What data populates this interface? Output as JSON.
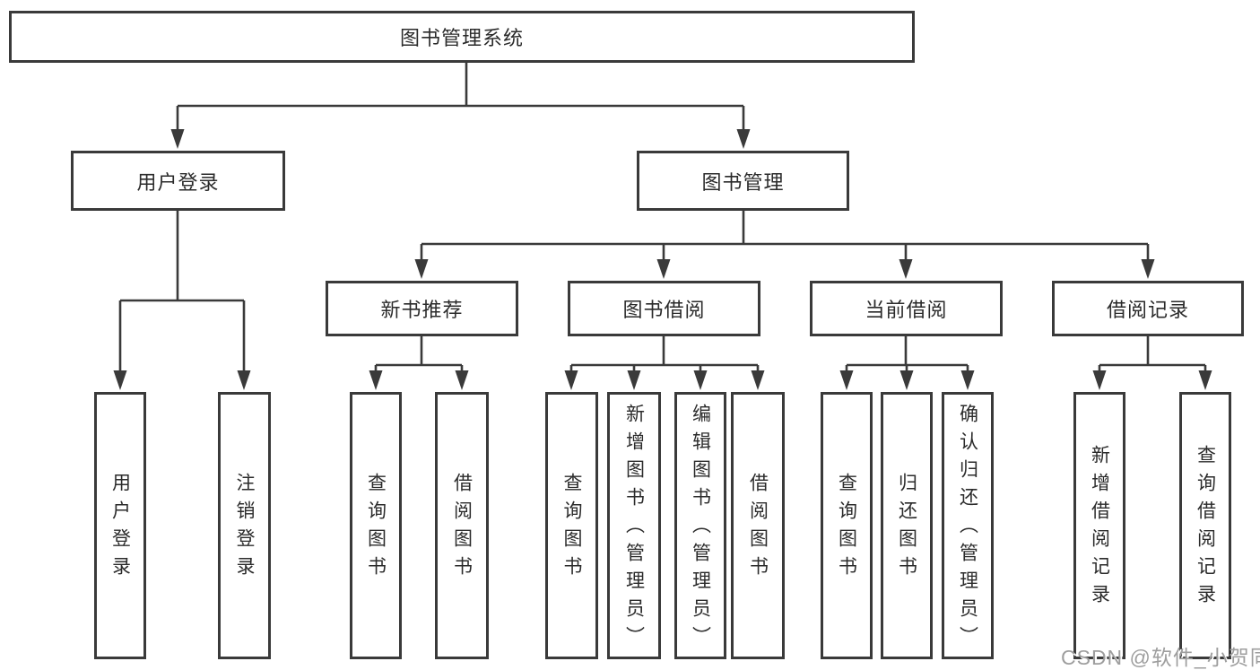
{
  "diagram": {
    "root": {
      "label": "图书管理系统"
    },
    "level2": {
      "user_login": {
        "label": "用户登录"
      },
      "book_mgmt": {
        "label": "图书管理"
      }
    },
    "level3": {
      "new_book": {
        "label": "新书推荐"
      },
      "book_borrow": {
        "label": "图书借阅"
      },
      "current_borrow": {
        "label": "当前借阅"
      },
      "borrow_record": {
        "label": "借阅记录"
      }
    },
    "leaves": {
      "user_login_leaf": {
        "label": "用户登录"
      },
      "logout_leaf": {
        "label": "注销登录"
      },
      "nb_query_book": {
        "label": "查询图书"
      },
      "nb_borrow_book": {
        "label": "借阅图书"
      },
      "bb_query_book": {
        "label": "查询图书"
      },
      "bb_add_book": {
        "label": "新增图书（管理员）"
      },
      "bb_edit_book": {
        "label": "编辑图书（管理员）"
      },
      "bb_borrow_book": {
        "label": "借阅图书"
      },
      "cb_query_book": {
        "label": "查询图书"
      },
      "cb_return_book": {
        "label": "归还图书"
      },
      "cb_confirm_return": {
        "label": "确认归还（管理员）"
      },
      "br_add_record": {
        "label": "新增借阅记录"
      },
      "br_query_record": {
        "label": "查询借阅记录"
      }
    },
    "colors": {
      "line": "#3a3a3a",
      "box_border": "#3a3a3a",
      "box_bg": "#ffffff",
      "text": "#2b2b2b",
      "watermark": "#9e9e9e"
    }
  },
  "watermark": {
    "text": "CSDN @软件_小贺同学"
  }
}
